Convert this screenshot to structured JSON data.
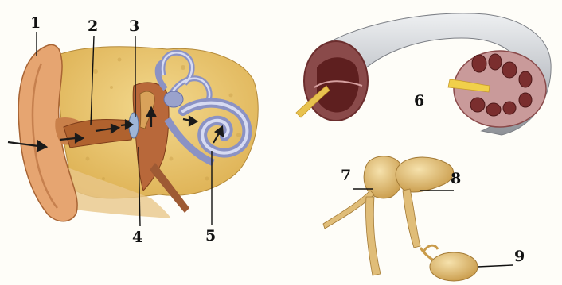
{
  "labels": {
    "l1": "1",
    "l2": "2",
    "l3": "3",
    "l4": "4",
    "l5": "5",
    "l6": "6",
    "l7": "7",
    "l8": "8",
    "l9": "9"
  },
  "colors": {
    "skin": "#e3a86b",
    "bone": "#e8c46a",
    "canal": "#b0622e",
    "labyrinth": "#9aa2cc",
    "tube": "#c8cace",
    "tube_inner": "#6b2d2d",
    "ossicle": "#e6c47e",
    "ink": "#111111"
  }
}
